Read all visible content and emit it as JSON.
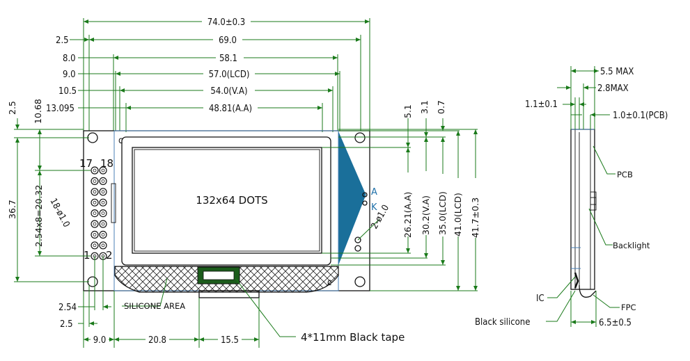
{
  "front_view": {
    "overall_width": "74.0±0.3",
    "hole_pitch_x": "69.0",
    "bezel_width": "58.1",
    "lcd_width": "57.0(LCD)",
    "va_width": "54.0(V.A)",
    "aa_width": "48.81(A.A)",
    "left_hole_offset": "2.5",
    "left_bezel_offset": "8.0",
    "left_lcd_offset": "9.0",
    "left_va_offset": "10.5",
    "left_aa_offset": "13.095",
    "screen_text": "132x64 DOTS",
    "top_margin": "2.5",
    "top_pin_offset": "10.68",
    "hole_pitch_y": "36.7",
    "pin_span": "2.54x8=20.32",
    "pin_holes": "18-ø1.0",
    "backlight_holes": "2-ø1.0",
    "pin_17": "17",
    "pin_18": "18",
    "pin_1": "1",
    "pin_2": "2",
    "anode": "A",
    "cathode": "K",
    "right_top_5_1": "5.1",
    "right_top_3_1": "3.1",
    "right_top_0_7": "0.7",
    "aa_height": "26.21(A.A)",
    "va_height": "30.2(V.A)",
    "lcd_height": "35.0(LCD)",
    "pcb_height": "41.0(LCD)",
    "overall_height": "41.7±0.3",
    "silicone_area": "SILICONE AREA",
    "bottom_2_54": "2.54",
    "bottom_2_5": "2.5",
    "bottom_9_0": "9.0",
    "bottom_20_8": "20.8",
    "bottom_15_5": "15.5",
    "black_tape": "4*11mm Black tape"
  },
  "side_view": {
    "max_5_5": "5.5 MAX",
    "max_2_8": "2.8MAX",
    "dim_1_1": "1.1±0.1",
    "pcb_thickness": "1.0±0.1(PCB)",
    "pcb": "PCB",
    "backlight": "Backlight",
    "ic": "IC",
    "fpc": "FPC",
    "black_silicone": "Black silicone",
    "depth": "6.5±0.5"
  },
  "colors": {
    "dimension_line": "#1a7a1a",
    "outline": "#111111",
    "lcd_edge": "#4a7fb5",
    "backlight_lead": "#1a6f9a"
  }
}
